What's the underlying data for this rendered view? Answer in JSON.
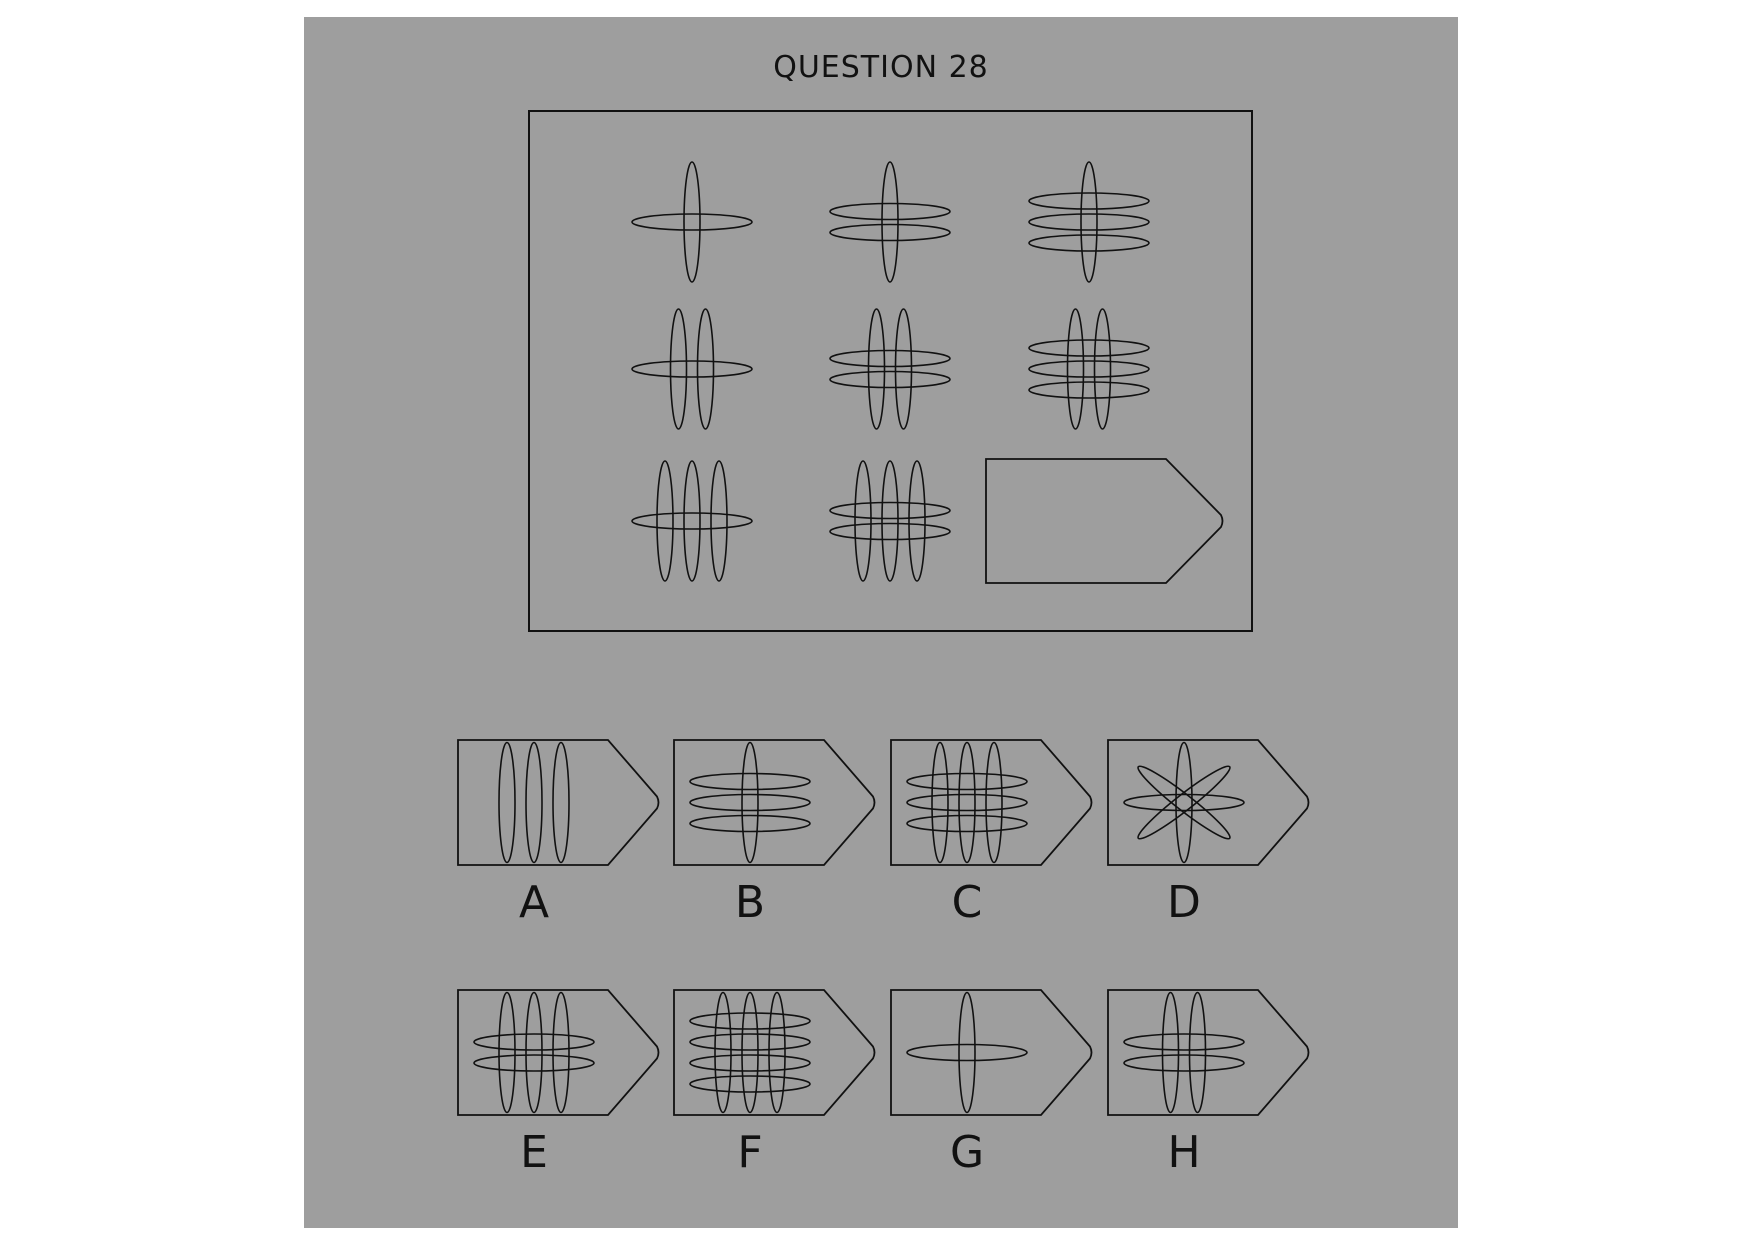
{
  "question": {
    "title": "QUESTION 28"
  },
  "matrix": {
    "cells": [
      {
        "name": "cell-r1c1",
        "vertical": 1,
        "horizontal": 1
      },
      {
        "name": "cell-r1c2",
        "vertical": 1,
        "horizontal": 2
      },
      {
        "name": "cell-r1c3",
        "vertical": 1,
        "horizontal": 3
      },
      {
        "name": "cell-r2c1",
        "vertical": 2,
        "horizontal": 1
      },
      {
        "name": "cell-r2c2",
        "vertical": 2,
        "horizontal": 2
      },
      {
        "name": "cell-r2c3",
        "vertical": 2,
        "horizontal": 3
      },
      {
        "name": "cell-r3c1",
        "vertical": 3,
        "horizontal": 1
      },
      {
        "name": "cell-r3c2",
        "vertical": 3,
        "horizontal": 2
      },
      {
        "name": "cell-r3c3",
        "missing": true
      }
    ]
  },
  "options": [
    {
      "label": "A",
      "vertical": 3,
      "horizontal": 0
    },
    {
      "label": "B",
      "vertical": 1,
      "horizontal": 3
    },
    {
      "label": "C",
      "vertical": 3,
      "horizontal": 3
    },
    {
      "label": "D",
      "vertical": 1,
      "horizontal": 1,
      "diagonal": 2
    },
    {
      "label": "E",
      "vertical": 3,
      "horizontal": 2
    },
    {
      "label": "F",
      "vertical": 3,
      "horizontal": 4
    },
    {
      "label": "G",
      "vertical": 1,
      "horizontal": 1
    },
    {
      "label": "H",
      "vertical": 2,
      "horizontal": 2
    }
  ],
  "colors": {
    "background": "#9e9e9e",
    "stroke": "#111111"
  }
}
